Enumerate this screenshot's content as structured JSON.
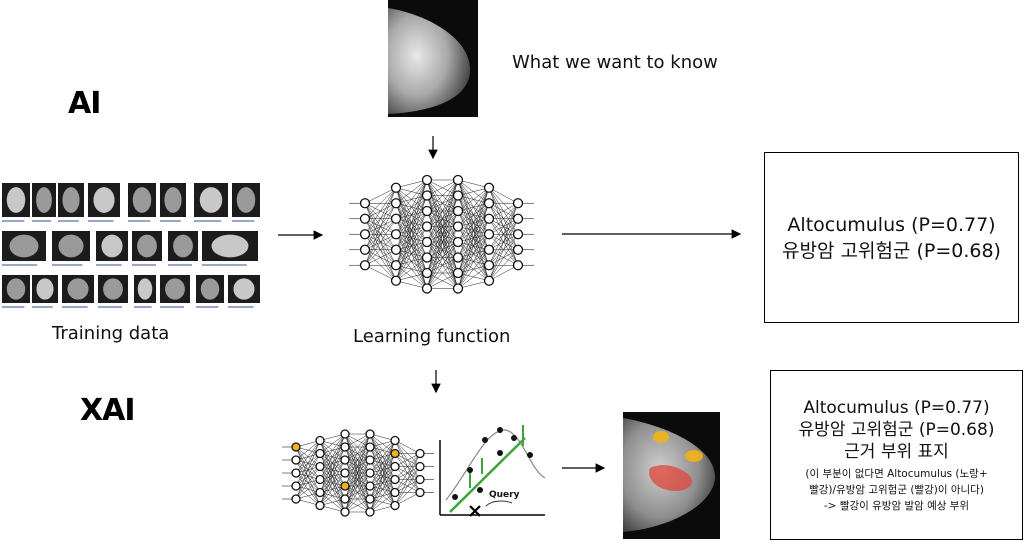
{
  "labels": {
    "ai": "AI",
    "xai": "XAI",
    "question": "What we want to know",
    "training_data": "Training data",
    "learning_function": "Learning function",
    "query": "Query"
  },
  "ai_output": {
    "line1": "Altocumulus (P=0.77)",
    "line2": "유방암 고위험군 (P=0.68)"
  },
  "xai_output": {
    "line1": "Altocumulus (P=0.77)",
    "line2": "유방암 고위험군 (P=0.68)",
    "line3": "근거 부위 표지",
    "note1": "(이 부분이 없다면 Altocumulus (노랑+",
    "note2": "빨강)/유방암 고위험군 (빨강)이 아니다)",
    "note3": "-> 빨강이 유방암 발암 예상 부위"
  },
  "colors": {
    "highlight_yellow": "#f2b21a",
    "highlight_red": "#e0443a",
    "curve_green": "#3aa63a"
  }
}
